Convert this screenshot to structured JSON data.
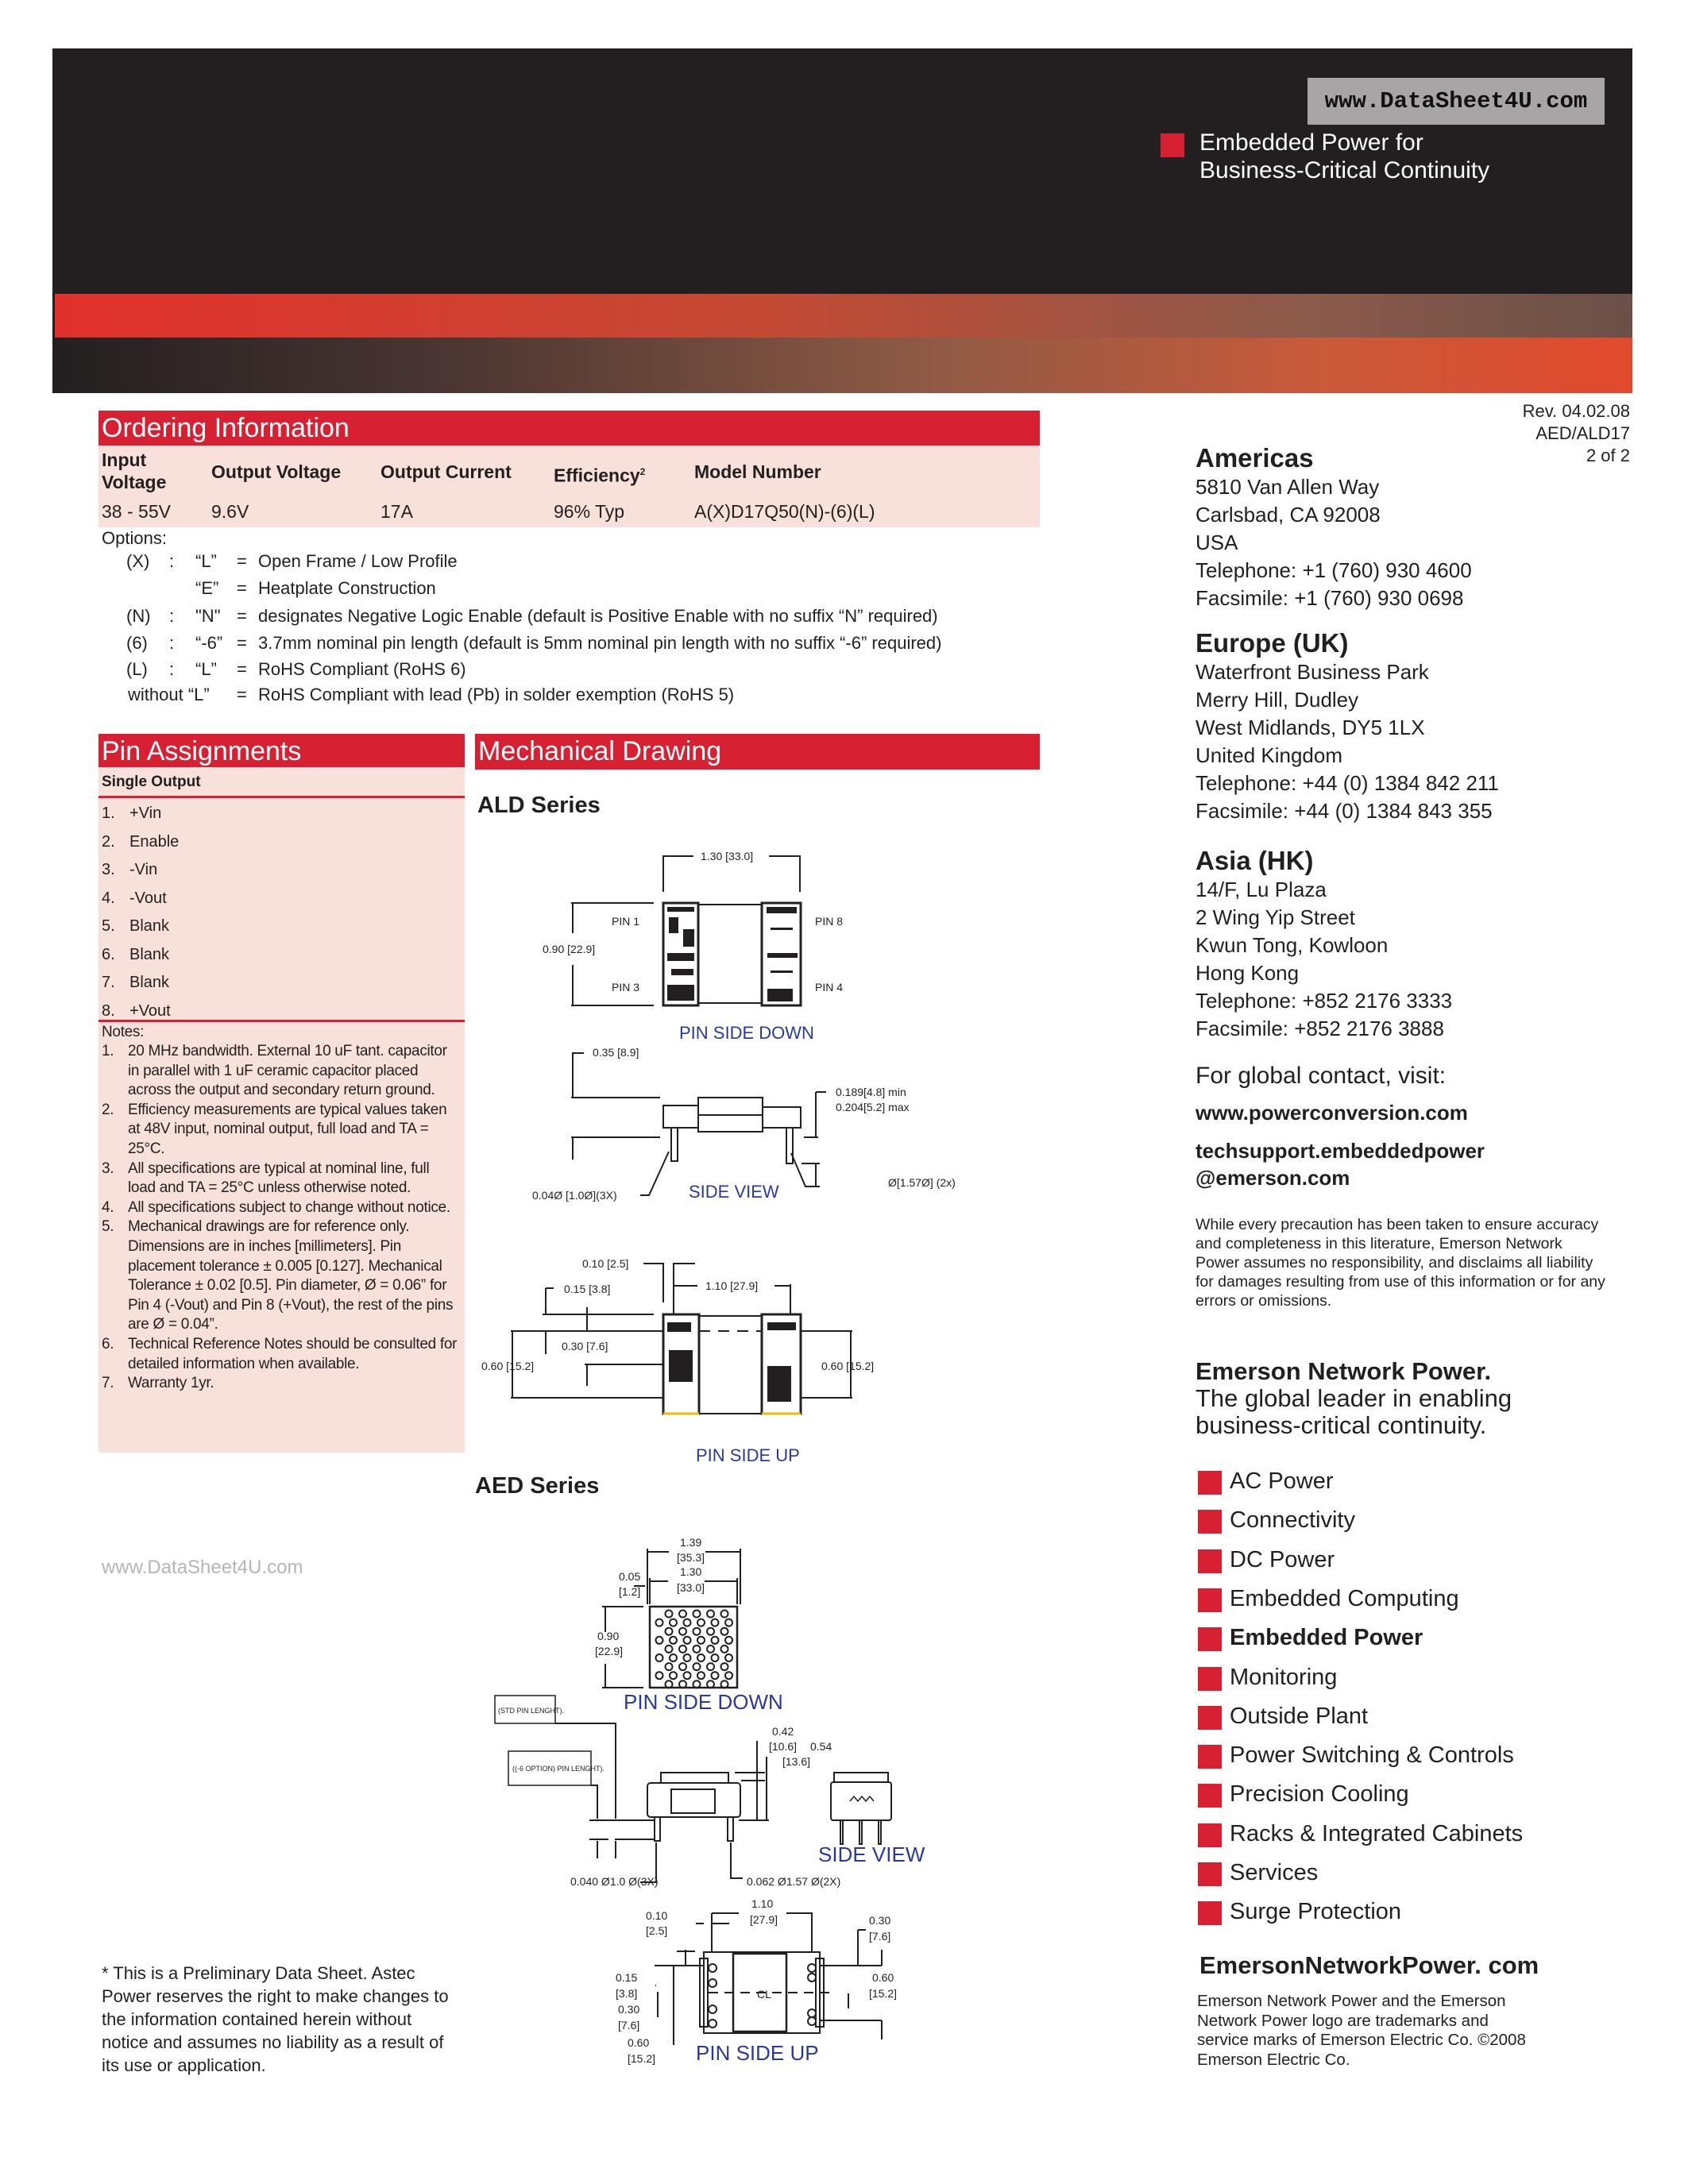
{
  "header": {
    "watermark": "www.DataSheet4U.com",
    "tagline_1": "Embedded Power for",
    "tagline_2": "Business-Critical Continuity"
  },
  "doc": {
    "rev": "Rev. 04.02.08",
    "code": "AED/ALD17",
    "page": "2 of 2"
  },
  "ordering": {
    "title": "Ordering Information",
    "headers": [
      "Input\nVoltage",
      "Output  Voltage",
      "Output Current",
      "Efficiency",
      "Model Number"
    ],
    "header_input_1": "Input",
    "header_input_2": "Voltage",
    "efficiency_sup": "2",
    "row": [
      "38 - 55V",
      "9.6V",
      "17A",
      "96% Typ",
      "A(X)D17Q50(N)-(6)(L)"
    ],
    "options_label": "Options:",
    "options": [
      {
        "key": "(X)",
        "sep": ":",
        "code": "“L”",
        "eq": "=",
        "desc": "Open Frame / Low Profile"
      },
      {
        "key": "",
        "sep": "",
        "code": "“E”",
        "eq": "=",
        "desc": "Heatplate Construction"
      },
      {
        "key": "(N)",
        "sep": ":",
        "code": "\"N\"",
        "eq": "=",
        "desc": "designates Negative Logic Enable (default is Positive Enable with no suffix “N” required)"
      },
      {
        "key": "(6)",
        "sep": ":",
        "code": "“-6”",
        "eq": "=",
        "desc": "3.7mm nominal pin length (default is 5mm nominal pin length with no suffix “-6” required)"
      },
      {
        "key": "(L)",
        "sep": ":",
        "code": "“L”",
        "eq": "=",
        "desc": "RoHS Compliant (RoHS 6)"
      },
      {
        "key": "without “L”",
        "sep": "",
        "code": "",
        "eq": "=",
        "desc": "RoHS Compliant with lead (Pb) in solder exemption (RoHS 5)"
      }
    ]
  },
  "pins": {
    "title": "Pin Assignments",
    "subtitle": "Single Output",
    "items": [
      {
        "n": "1.",
        "label": "+Vin"
      },
      {
        "n": "2.",
        "label": "Enable"
      },
      {
        "n": "3.",
        "label": "-Vin"
      },
      {
        "n": "4.",
        "label": "-Vout"
      },
      {
        "n": "5.",
        "label": "Blank"
      },
      {
        "n": "6.",
        "label": "Blank"
      },
      {
        "n": "7.",
        "label": "Blank"
      },
      {
        "n": "8.",
        "label": "+Vout"
      }
    ],
    "notes_label": "Notes:",
    "notes": [
      {
        "n": "1.",
        "text": "20 MHz bandwidth. External 10 uF tant. capacitor in parallel with 1 uF ceramic capacitor placed across the output and secondary return ground."
      },
      {
        "n": "2.",
        "text": "Efficiency measurements are typical values taken at 48V input, nominal output, full load and TA = 25°C."
      },
      {
        "n": "3.",
        "text": "All specifications are typical at nominal line, full load and TA = 25°C unless otherwise noted."
      },
      {
        "n": "4.",
        "text": "All specifications subject to change without notice."
      },
      {
        "n": "5.",
        "text": "Mechanical drawings are for reference only. Dimensions are in inches [millimeters]. Pin placement tolerance ± 0.005 [0.127]. Mechanical Tolerance ± 0.02 [0.5]. Pin diameter, Ø = 0.06” for Pin 4 (-Vout) and Pin 8 (+Vout), the rest of the pins are Ø = 0.04”."
      },
      {
        "n": "6.",
        "text": "Technical Reference Notes should be consulted for detailed information when available."
      },
      {
        "n": "7.",
        "text": "Warranty 1yr."
      }
    ],
    "watermark": "www.DataSheet4U.com"
  },
  "footnote": "* This is a Preliminary Data Sheet. Astec Power reserves the right to make changes to the information contained herein without notice and assumes no liability as a result of its use or application.",
  "mechanical": {
    "title": "Mechanical Drawing",
    "ald": {
      "title": "ALD Series",
      "top_width": "1.30 [33.0]",
      "height": "0.90 [22.9]",
      "pin1": "PIN 1",
      "pin3": "PIN 3",
      "pin8": "PIN 8",
      "pin4": "PIN 4",
      "view_down": "PIN  SIDE  DOWN",
      "side_height": "0.35 [8.9]",
      "pin_min": "0.189[4.8] min",
      "pin_max": "0.204[5.2] max",
      "pin_dia_small": "0.04Ø  [1.0Ø](3X)",
      "pin_dia_large": "Ø[1.57Ø]  (2x)",
      "view_side": "SIDE  VIEW",
      "up_010": "0.10 [2.5]",
      "up_015": "0.15 [3.8]",
      "up_110": "1.10 [27.9]",
      "up_030": "0.30 [7.6]",
      "up_060_left": "0.60 [15.2]",
      "up_060_right": "0.60 [15.2]",
      "view_up": "PIN SIDE UP"
    },
    "aed": {
      "title": "AED Series",
      "w139": "1.39",
      "w139mm": "[35.3]",
      "w130": "1.30",
      "w130mm": "[33.0]",
      "d005": "0.05",
      "d005mm": "[1.2]",
      "h090": "0.90",
      "h090mm": "[22.9]",
      "view_down": "PIN  SIDE  DOWN",
      "std_pin": "(STD PIN LENGHT).",
      "opt_pin": "((-6 OPTION) PIN LENGHT).",
      "h042": "0.42",
      "h042mm": "[10.6]",
      "h054": "0.54",
      "h054mm": "[13.6]",
      "pin_small": "0.040 Ø1.0 Ø(3X)",
      "pin_large": "0.062 Ø1.57 Ø(2X)",
      "view_side": "SIDE  VIEW",
      "u110": "1.10",
      "u110mm": "[27.9]",
      "u010": "0.10",
      "u010mm": "[2.5]",
      "u030r": "0.30",
      "u030rmm": "[7.6]",
      "u015": "0.15",
      "u015mm": "[3.8]",
      "u030": "0.30",
      "u030mm": "[7.6]",
      "u060": "0.60",
      "u060mm": "[15.2]",
      "u060r": "0.60",
      "u060rmm": "[15.2]",
      "cl": "CL",
      "view_up": "PIN  SIDE  UP"
    }
  },
  "contacts": [
    {
      "region": "Americas",
      "lines": [
        "5810 Van Allen Way",
        "Carlsbad, CA 92008",
        "USA",
        "Telephone:  +1 (760) 930 4600",
        "Facsimile:    +1 (760) 930 0698"
      ]
    },
    {
      "region": "Europe (UK)",
      "lines": [
        "Waterfront Business Park",
        "Merry Hill, Dudley",
        "West Midlands, DY5 1LX",
        "United Kingdom",
        "Telephone:  +44 (0) 1384 842 211",
        "Facsimile:    +44 (0) 1384 843 355"
      ]
    },
    {
      "region": "Asia (HK)",
      "lines": [
        "14/F, Lu Plaza",
        "2 Wing Yip Street",
        "Kwun Tong, Kowloon",
        "Hong Kong",
        "Telephone: +852 2176 3333",
        "Facsimile:    +852 2176 3888"
      ]
    }
  ],
  "global": {
    "label": "For global contact, visit:",
    "web": "www.powerconversion.com",
    "email_1": "techsupport.embeddedpower",
    "email_2": "@emerson.com"
  },
  "disclaimer": "While every precaution has been taken to ensure accuracy and completeness in this literature, Emerson Network Power assumes no responsibility, and disclaims all liability for damages resulting from use of this information or for any errors or omissions.",
  "brand": {
    "name": "Emerson Network Power.",
    "slogan_1": "The global leader in enabling",
    "slogan_2": "business-critical continuity.",
    "business_lines": [
      "AC Power",
      "Connectivity",
      "DC Power",
      "Embedded Computing",
      "Embedded Power",
      "Monitoring",
      "Outside Plant",
      "Power Switching & Controls",
      "Precision Cooling",
      "Racks & Integrated Cabinets",
      "Services",
      "Surge Protection"
    ],
    "highlighted": "Embedded Power",
    "site": "EmersonNetworkPower. com",
    "trademark": "Emerson Network Power and the Emerson Network Power logo are trademarks and service marks of Emerson Electric Co. ©2008 Emerson Electric Co."
  },
  "colors": {
    "accent": "#d72133",
    "panel": "#f7e1da",
    "header": "#231f20",
    "drawing_label": "#2b3a9a"
  }
}
